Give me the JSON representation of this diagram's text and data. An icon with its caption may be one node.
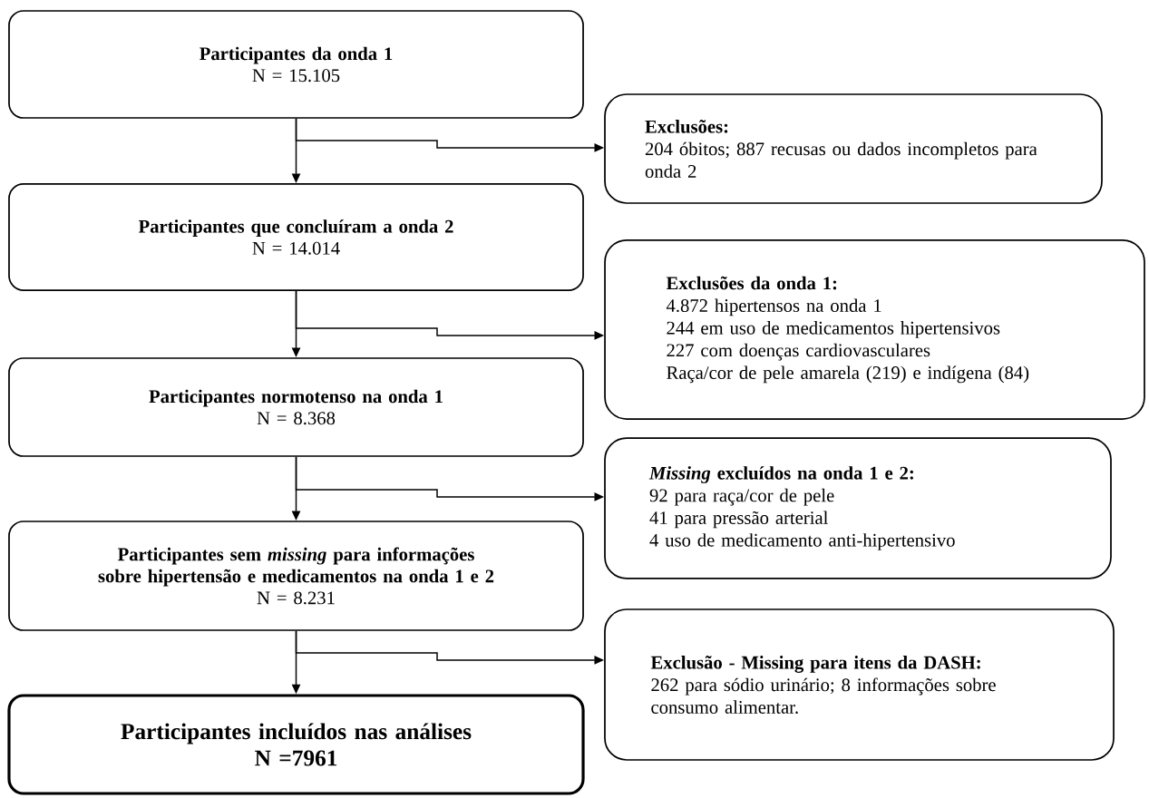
{
  "diagram": {
    "nodes": [
      {
        "text": [
          "Participantes da onda 1",
          "N = 15.105"
        ]
      },
      {
        "text": [
          "Exclusões:",
          "204 óbitos; 887 recusas ou dados incompletos para onda 2"
        ]
      },
      {
        "text": [
          "Participantes que concluíram a onda 2",
          "N = 14.014"
        ]
      },
      {
        "text": [
          "Exclusões da onda 1:",
          "4.872 hipertensos na onda 1",
          "244 em uso de medicamentos hipertensivos",
          "227 com doenças cardiovasculares",
          "Raça/cor de pele amarela (219) e indígena (84)"
        ]
      },
      {
        "text": [
          "Participantes normotenso na onda 1",
          "N = 8.368"
        ]
      },
      {
        "text": [
          "*Missing* excluídos na onda 1 e 2:",
          "92 para raça/cor de pele",
          "41 para pressão arterial",
          "4 uso de medicamento anti-hipertensivo"
        ]
      },
      {
        "text": [
          "Participantes sem *missing* para informações sobre hipertensão e medicamentos na onda 1 e 2",
          "N = 8.231"
        ]
      },
      {
        "text": [
          "Exclusão - Missing para itens da DASH:",
          "262 para sódio urinário; 8 informações sobre consumo alimentar."
        ]
      },
      {
        "text": [
          "Participantes incluídos nas análises",
          "N =7961"
        ]
      }
    ],
    "edges": [
      {
        "from": 0,
        "to": 2,
        "arrow": "to"
      },
      {
        "from": 0,
        "to": 1,
        "arrow": "to"
      },
      {
        "from": 2,
        "to": 4,
        "arrow": "to"
      },
      {
        "from": 2,
        "to": 3,
        "arrow": "to"
      },
      {
        "from": 4,
        "to": 6,
        "arrow": "to"
      },
      {
        "from": 4,
        "to": 5,
        "arrow": "to"
      },
      {
        "from": 6,
        "to": 8,
        "arrow": "to"
      },
      {
        "from": 6,
        "to": 7,
        "arrow": "to"
      }
    ]
  }
}
